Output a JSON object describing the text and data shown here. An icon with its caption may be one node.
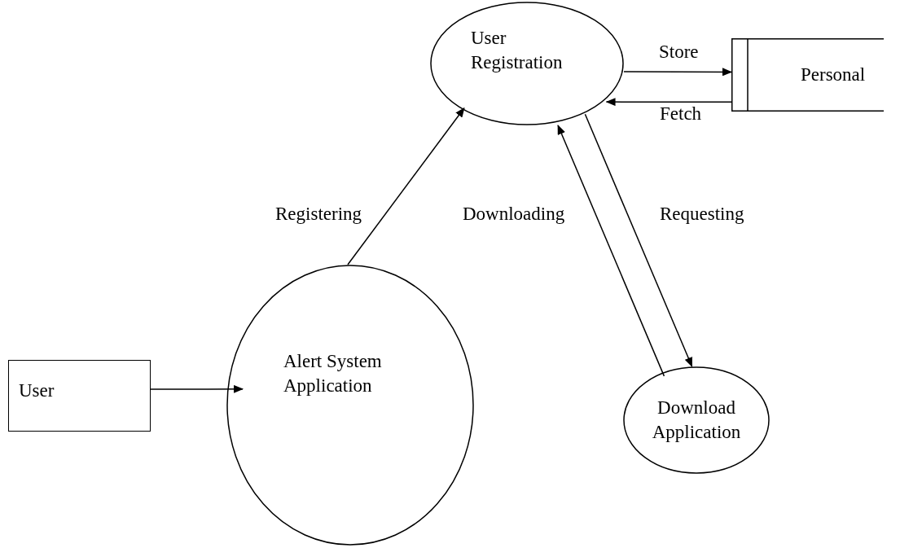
{
  "diagram": {
    "nodes": [
      {
        "text": [
          "User Registration"
        ]
      },
      {
        "text": [
          "Personal"
        ]
      },
      {
        "text": [
          "User"
        ]
      },
      {
        "text": [
          "Alert System Application"
        ]
      },
      {
        "text": [
          "Download Application"
        ]
      }
    ],
    "edges": [
      {
        "from": 0,
        "to": 1,
        "arrow": "to",
        "label": "Store"
      },
      {
        "from": 1,
        "to": 0,
        "arrow": "to",
        "label": "Fetch"
      },
      {
        "from": 2,
        "to": 3,
        "arrow": "to"
      },
      {
        "from": 3,
        "to": 0,
        "arrow": "to",
        "label": "Registering"
      },
      {
        "from": 4,
        "to": 0,
        "arrow": "to",
        "label": "Downloading"
      },
      {
        "from": 0,
        "to": 4,
        "arrow": "to",
        "label": "Requesting"
      }
    ]
  }
}
